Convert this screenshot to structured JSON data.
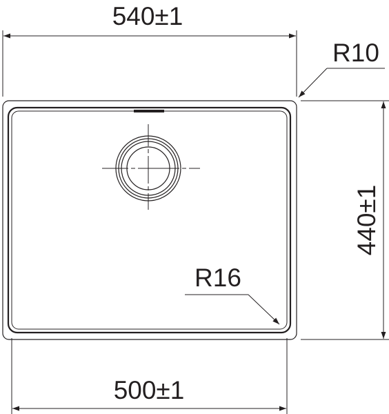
{
  "diagram": {
    "dimensions": {
      "top_width": "540±1",
      "bottom_width": "500±1",
      "height": "440±1"
    },
    "radii": {
      "outer_corner": "R10",
      "inner_corner": "R16"
    }
  }
}
